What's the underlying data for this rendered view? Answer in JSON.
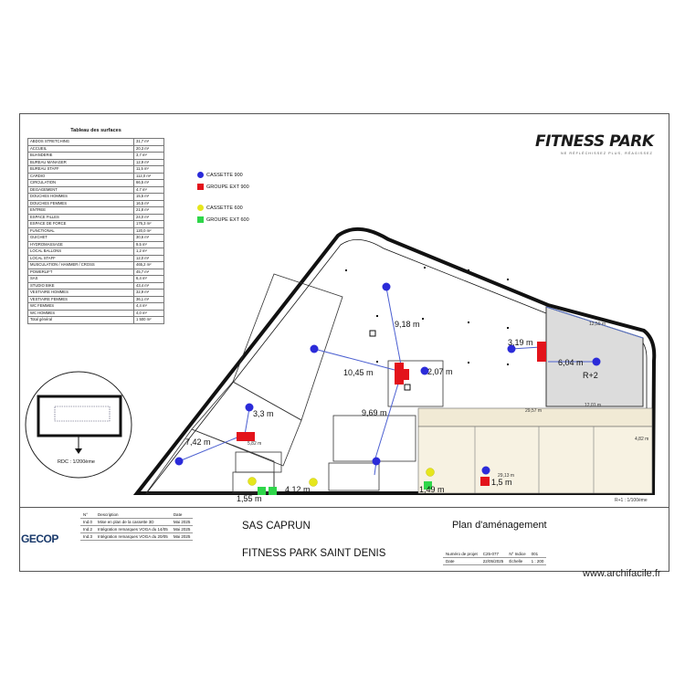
{
  "surfaces_table": {
    "title": "Tableau des surfaces",
    "rows": [
      [
        "ABDOS STRETCHING",
        "31,7 m²"
      ],
      [
        "ACCUEIL",
        "20,3 m²"
      ],
      [
        "BUANDERIE",
        "3,7 m²"
      ],
      [
        "BUREAU MANAGER",
        "12,9 m²"
      ],
      [
        "BUREAU STAFF",
        "11,5 m²"
      ],
      [
        "CARDIO",
        "112,0 m²"
      ],
      [
        "CIRCULATION",
        "66,5 m²"
      ],
      [
        "DEGAGEMENT",
        "4,7 m²"
      ],
      [
        "DOUCHES HOMMES",
        "15,5 m²"
      ],
      [
        "DOUCHES FEMMES",
        "16,5 m²"
      ],
      [
        "ENTREE",
        "21,8 m²"
      ],
      [
        "ESPACE FILLES",
        "24,0 m²"
      ],
      [
        "ESPACE DE FORCE",
        "176,3 m²"
      ],
      [
        "FUNCTIONAL",
        "120,0 m²"
      ],
      [
        "GUICHET",
        "30,6 m²"
      ],
      [
        "HYDROMASSAGE",
        "9,5 m²"
      ],
      [
        "LOCAL BALLONS",
        "1,2 m²"
      ],
      [
        "LOCAL STAFF",
        "12,0 m²"
      ],
      [
        "MUSCULATION / HAMMER / CROSS",
        "465,2 m²"
      ],
      [
        "POWERLIFT",
        "45,7 m²"
      ],
      [
        "SAS",
        "6,4 m²"
      ],
      [
        "STUDIO BIKE",
        "43,4 m²"
      ],
      [
        "VESTIAIRE HOMMES",
        "32,9 m²"
      ],
      [
        "VESTIAIRE FEMMES",
        "36,1 m²"
      ],
      [
        "WC FEMMES",
        "4,4 m²"
      ],
      [
        "WC HOMMES",
        "4,0 m²"
      ],
      [
        "Total général",
        "1 500 m²"
      ]
    ]
  },
  "legend": {
    "items": [
      {
        "label": "CASSETTE 900",
        "shape": "circle",
        "color": "#2b2bd9"
      },
      {
        "label": "GROUPE EXT 900",
        "shape": "square",
        "color": "#e3131b"
      },
      {
        "label": "CASSETTE 600",
        "shape": "circle",
        "color": "#e6e61c"
      },
      {
        "label": "GROUPE EXT 600",
        "shape": "square",
        "color": "#2fd64a"
      }
    ]
  },
  "brand": {
    "name": "FITNESS PARK",
    "tagline": "NE RÉFLÉCHISSEZ PLUS, RÉAGISSEZ",
    "name_color": "#1b1b1b"
  },
  "plan": {
    "dimensions": [
      "9,18 m",
      "10,45 m",
      "2,07 m",
      "3,19 m",
      "6,04 m",
      "3,3 m",
      "9,69 m",
      "7,42 m",
      "1,55 m",
      "4,12 m",
      "1,49 m",
      "1,5 m"
    ],
    "room_tags": [
      "R+2"
    ],
    "small_measures": [
      "12,59 m",
      "12,01 m",
      "29,57 m",
      "29,13 m",
      "5,82 m",
      "4,82 m"
    ],
    "inset_caption": "RDC : 1/200ème",
    "scale_note": "R+1 : 1/100ème"
  },
  "titleblock": {
    "revisions": {
      "headers": [
        "N°",
        "Description",
        "Date"
      ],
      "rows": [
        [
          "Ind.0",
          "Mise en plan de la cassette 3D",
          "Mai 2025"
        ],
        [
          "Ind.2",
          "Intégration remarques VOGA du 14/05",
          "Mai 2025"
        ],
        [
          "Ind.3",
          "Intégration remarques VOGA du 20/05",
          "Mai 2025"
        ]
      ]
    },
    "company": "SAS CAPRUN",
    "project": "FITNESS PARK SAINT DENIS",
    "document": "Plan d'aménagement",
    "meta": [
      [
        "Numéro de projet",
        "C25-077",
        "N° Indice",
        "001"
      ],
      [
        "Date",
        "22/05/2025",
        "Échelle",
        "1 : 200"
      ]
    ],
    "gecop_logo": "GECOP"
  },
  "watermark": "www.archifacile.fr"
}
